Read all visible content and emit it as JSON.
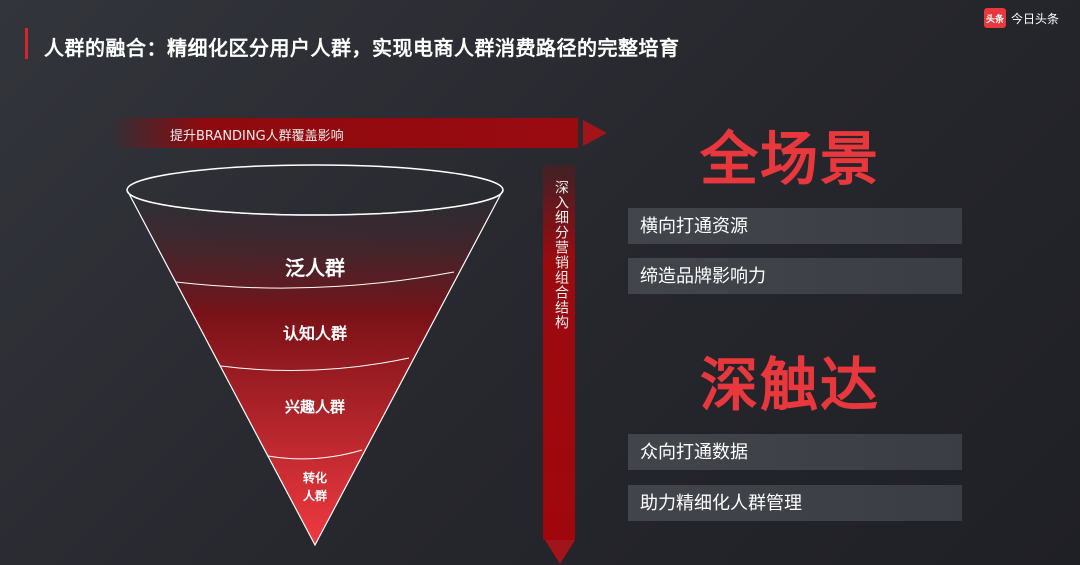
{
  "header": {
    "title": "人群的融合：精细化区分用户人群，实现电商人群消费路径的完整培育",
    "logo_badge": "头条",
    "logo_text": "今日头条"
  },
  "arrows": {
    "horizontal": "提升BRANDING人群覆盖影响",
    "vertical": "深入细分营销组合结构"
  },
  "funnel": {
    "levels": [
      "泛人群",
      "认知人群",
      "兴趣人群"
    ],
    "bottom_line1": "转化",
    "bottom_line2": "人群"
  },
  "right": {
    "section1": {
      "heading": "全场景",
      "items": [
        "横向打通资源",
        "缔造品牌影响力"
      ]
    },
    "section2": {
      "heading": "深触达",
      "items": [
        "众向打通数据",
        "助力精细化人群管理"
      ]
    }
  },
  "colors": {
    "accent": "#e8383d",
    "arrow": "#9a0b10"
  }
}
